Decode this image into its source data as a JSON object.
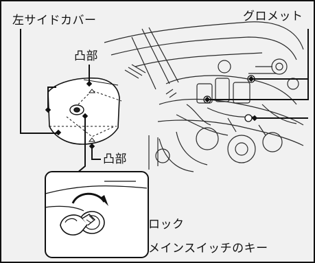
{
  "labels": {
    "left_side_cover": "左サイドカバー",
    "grommet": "グロメット",
    "boss_top": "凸部",
    "boss_bottom": "凸部",
    "lock": "ロック",
    "main_switch_key": "メインスイッチのキー"
  }
}
